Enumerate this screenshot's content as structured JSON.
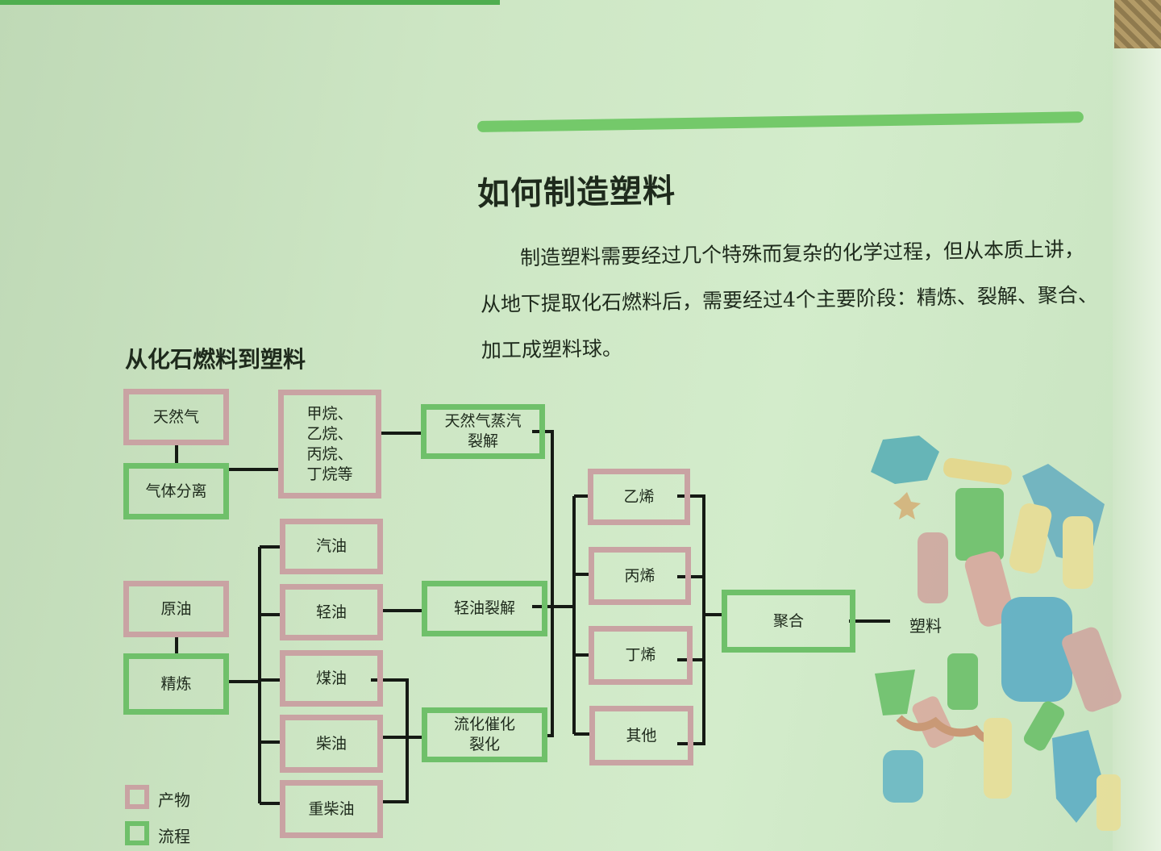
{
  "header": {
    "title": "如何制造塑料"
  },
  "intro": {
    "text": "制造塑料需要经过几个特殊而复杂的化学过程，但从本质上讲，从地下提取化石燃料后，需要经过4个主要阶段：精炼、裂解、聚合、加工成塑料球。"
  },
  "figure": {
    "title": "从化石燃料到塑料",
    "nodes": {
      "natural_gas": "天然气",
      "gas_separation": "气体分离",
      "alkanes": "甲烷、\n乙烷、\n丙烷、\n丁烷等",
      "steam_cracking": "天然气蒸汽\n裂解",
      "crude_oil": "原油",
      "refining": "精炼",
      "gasoline": "汽油",
      "light_oil": "轻油",
      "kerosene": "煤油",
      "diesel": "柴油",
      "heavy_diesel": "重柴油",
      "light_oil_cracking": "轻油裂解",
      "fcc": "流化催化\n裂化",
      "ethylene": "乙烯",
      "propylene": "丙烯",
      "butylene": "丁烯",
      "other": "其他",
      "polymerization": "聚合",
      "plastic": "塑料"
    },
    "legend": {
      "product": "产物",
      "process": "流程"
    },
    "colors": {
      "product_border": "#c9a3a3",
      "process_border": "#6fc06a",
      "line": "#151a14"
    }
  },
  "illustration": {
    "icon": "plastic-products-icon"
  }
}
